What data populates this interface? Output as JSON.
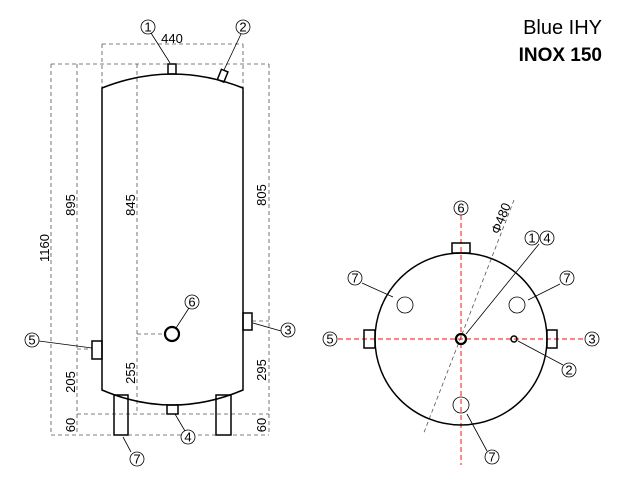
{
  "title": {
    "line1": "Blue IHY",
    "line2": "INOX 150"
  },
  "dimensions": {
    "width": "440",
    "total_height": "1160",
    "h895": "895",
    "h845": "845",
    "h805": "805",
    "h205": "205",
    "h255": "255",
    "h295": "295",
    "leg_left": "60",
    "leg_right": "60",
    "diameter": "Φ480"
  },
  "side_labels": [
    "1",
    "2",
    "3",
    "4",
    "5",
    "6",
    "7"
  ],
  "top_labels": {
    "n6": "6",
    "n5": "5",
    "n3": "3",
    "n1": "1",
    "n4": "4",
    "n2": "2",
    "n7a": "7",
    "n7b": "7",
    "n7c": "7"
  },
  "colors": {
    "centerline": "#ff3b3b"
  }
}
